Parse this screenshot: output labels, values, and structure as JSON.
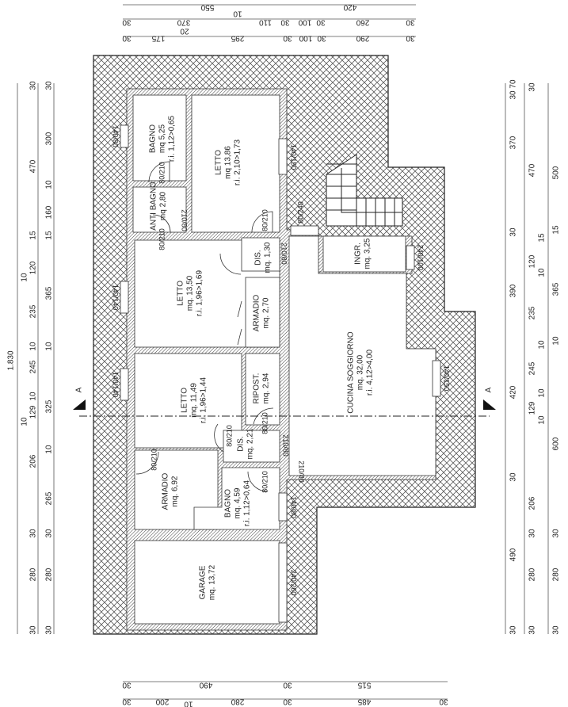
{
  "rooms": [
    {
      "name": "BAGNO",
      "area": "mq 5,25",
      "ri": "r.i. 1,12>0,65"
    },
    {
      "name": "LETTO",
      "area": "mq 13,86",
      "ri": "r.i. 2,10>1,73"
    },
    {
      "name": "ANTI BAGNO",
      "area": "mq 2,80",
      "ri": ""
    },
    {
      "name": "LETTO",
      "area": "mq. 13,50",
      "ri": "r.i. 1,96>1,69"
    },
    {
      "name": "ARMADIO",
      "area": "mq. 2,70",
      "ri": ""
    },
    {
      "name": "LETTO",
      "area": "mq. 11,49",
      "ri": "r.i. 1,96>1,44"
    },
    {
      "name": "RIPOST.",
      "area": "mq. 2,94",
      "ri": ""
    },
    {
      "name": "ARMADIO",
      "area": "mq. 6,92",
      "ri": ""
    },
    {
      "name": "DIS.",
      "area": "mq. 2,21",
      "ri": ""
    },
    {
      "name": "BAGNO",
      "area": "mq. 4,59",
      "ri": "r.i. 1,12>0,64"
    },
    {
      "name": "GARAGE",
      "area": "mq. 13,72",
      "ri": ""
    },
    {
      "name": "CUCINA SOGGIORNO",
      "area": "mq. 32,00",
      "ri": "r.i. 4,12>4,00"
    },
    {
      "name": "INGR.",
      "area": "mq. 3,25",
      "ri": ""
    },
    {
      "name": "DIS.",
      "area": "mq. 1,30",
      "ri": ""
    }
  ],
  "openings": [
    "140/80",
    "140/150",
    "80/210",
    "80/210",
    "210/80",
    "80/210",
    "210/80",
    "140/140",
    "140/140",
    "80/240",
    "240/100",
    "80/210",
    "80/210",
    "210/80",
    "80/210",
    "210/80",
    "80/210",
    "140/80",
    "240/260",
    "140/150"
  ],
  "section_marker": "A",
  "dims": {
    "top": [
      "550",
      "420",
      "30",
      "370",
      "10",
      "110",
      "30",
      "100",
      "30",
      "260",
      "30",
      "30",
      "175",
      "20",
      "295",
      "30",
      "100",
      "30",
      "290",
      "30"
    ],
    "bottom": [
      "30",
      "490",
      "30",
      "515",
      "30",
      "200",
      "10",
      "280",
      "30",
      "485",
      "30"
    ],
    "left": [
      "1.830",
      "30",
      "470",
      "15",
      "120",
      "10",
      "235",
      "10",
      "245",
      "10",
      "129",
      "10",
      "206",
      "30",
      "280",
      "30",
      "30",
      "300",
      "10",
      "160",
      "15",
      "365",
      "10",
      "325",
      "10",
      "265",
      "30",
      "280",
      "30"
    ],
    "right": [
      "30 70",
      "370",
      "30",
      "390",
      "420",
      "30",
      "490",
      "30",
      "30",
      "470",
      "15",
      "120",
      "10",
      "235",
      "10",
      "245",
      "10",
      "129",
      "10",
      "206",
      "30",
      "280",
      "30",
      "500",
      "15",
      "365",
      "10",
      "600",
      "30",
      "280",
      "30"
    ]
  }
}
